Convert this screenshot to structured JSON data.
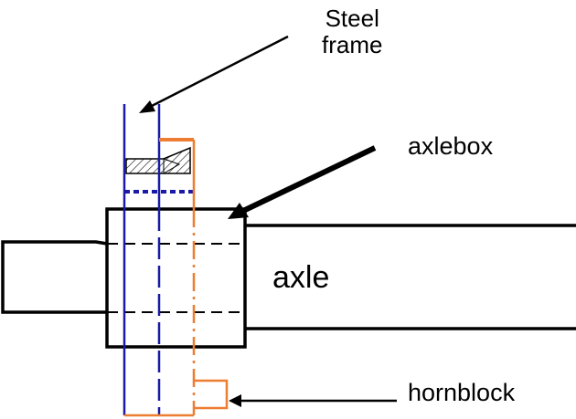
{
  "labels": {
    "steel_frame_line1": "Steel",
    "steel_frame_line2": "frame",
    "axlebox": "axlebox",
    "axle": "axle",
    "hornblock": "hornblock"
  },
  "colors": {
    "outline": "#000000",
    "steel_frame": "#1a1aa6",
    "hornblock": "#ed7d31",
    "background": "#ffffff"
  }
}
